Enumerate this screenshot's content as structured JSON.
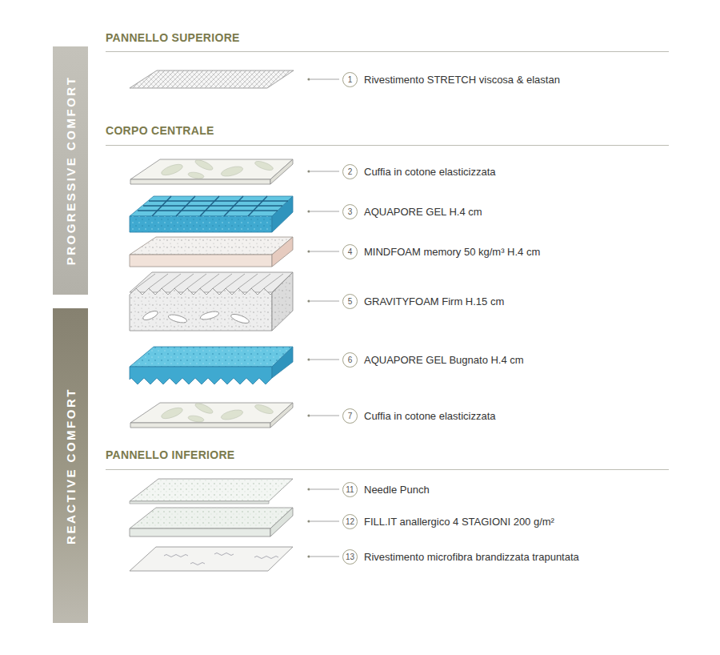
{
  "diagram": {
    "nodes": [
      {
        "text": [
          "PROGRESSIVE COMFORT"
        ]
      },
      {
        "text": [
          "REACTIVE COMFORT"
        ]
      },
      {
        "text": [
          "1",
          "Rivestimento STRETCH viscosa & elastan"
        ]
      },
      {
        "text": [
          "2",
          "Cuffia in cotone elasticizzata"
        ]
      },
      {
        "text": [
          "3",
          "AQUAPORE GEL H.4 cm"
        ]
      },
      {
        "text": [
          "4",
          "MINDFOAM memory 50 kg/m³ H.4 cm"
        ]
      },
      {
        "text": [
          "5",
          "GRAVITYFOAM Firm H.15 cm"
        ]
      },
      {
        "text": [
          "6",
          "AQUAPORE GEL Bugnato H.4 cm"
        ]
      },
      {
        "text": [
          "7",
          "Cuffia in cotone elasticizzata"
        ]
      },
      {
        "text": [
          "11",
          "Needle Punch"
        ]
      },
      {
        "text": [
          "12",
          "FILL.IT anallergico 4 STAGIONI 200 g/m²"
        ]
      },
      {
        "text": [
          "13",
          "Rivestimento microfibra brandizzata trapuntata"
        ]
      }
    ],
    "labels": [
      "PANNELLO SUPERIORE",
      "CORPO CENTRALE",
      "PANNELLO INFERIORE"
    ]
  }
}
